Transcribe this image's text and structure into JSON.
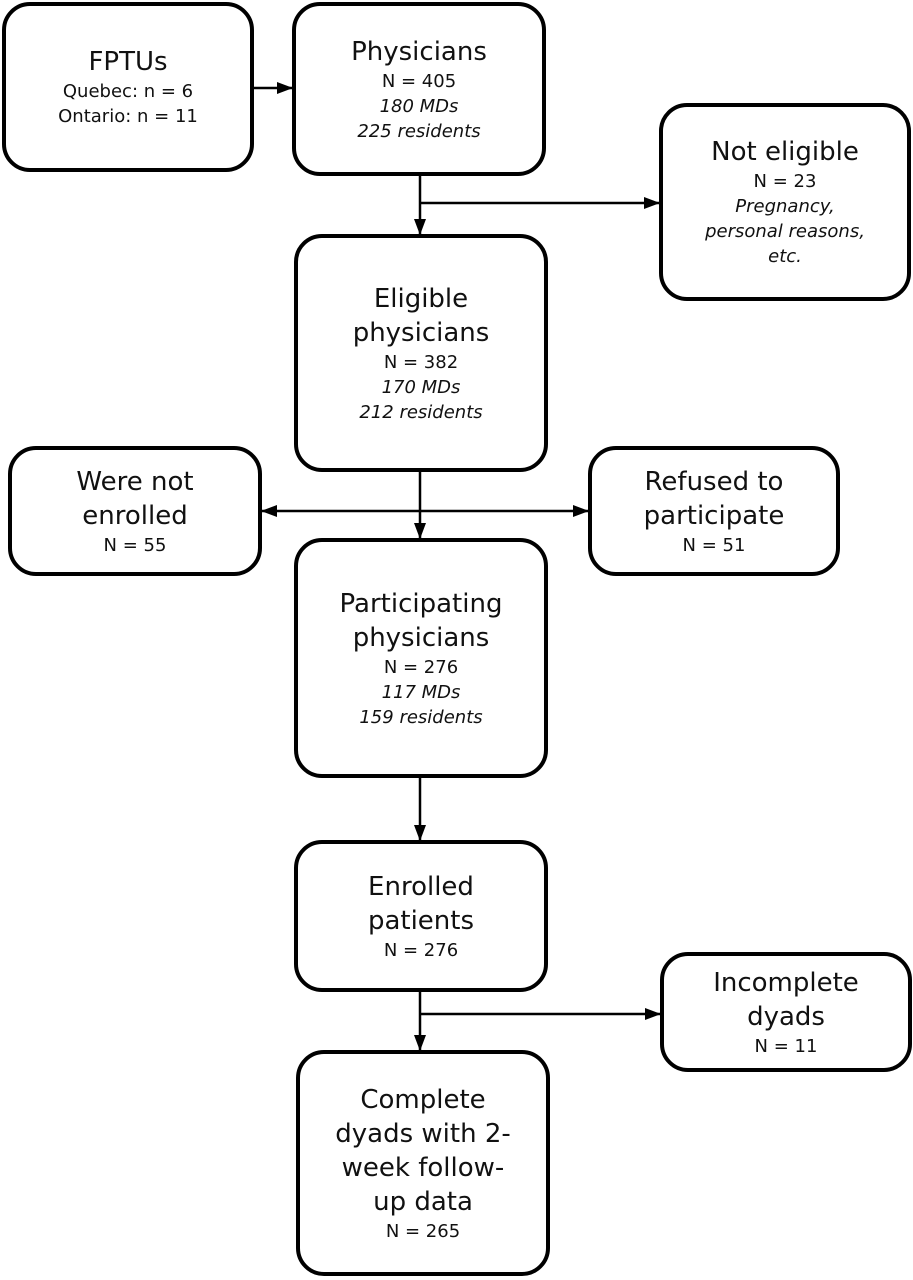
{
  "boxes": {
    "fptus": {
      "title": "FPTUs",
      "line1": "Quebec: n = 6",
      "line2": "Ontario: n = 11"
    },
    "physicians": {
      "title": "Physicians",
      "n": "N = 405",
      "mds": "180 MDs",
      "residents": "225 residents"
    },
    "not_eligible": {
      "title": "Not eligible",
      "n": "N = 23",
      "line1": "Pregnancy,",
      "line2": "personal reasons,",
      "line3": "etc."
    },
    "eligible": {
      "title1": "Eligible",
      "title2": "physicians",
      "n": "N = 382",
      "mds": "170 MDs",
      "residents": "212 residents"
    },
    "not_enrolled": {
      "title1": "Were not",
      "title2": "enrolled",
      "n": "N = 55"
    },
    "refused": {
      "title1": "Refused to",
      "title2": "participate",
      "n": "N = 51"
    },
    "participating": {
      "title1": "Participating",
      "title2": "physicians",
      "n": "N = 276",
      "mds": "117 MDs",
      "residents": "159 residents"
    },
    "enrolled_patients": {
      "title1": "Enrolled",
      "title2": "patients",
      "n": "N = 276"
    },
    "incomplete": {
      "title1": "Incomplete",
      "title2": "dyads",
      "n": "N = 11"
    },
    "complete": {
      "title1": "Complete",
      "title2": "dyads with 2-",
      "title3": "week follow-",
      "title4": "up data",
      "n": "N = 265"
    }
  },
  "colors": {
    "stroke": "#000000",
    "background": "#ffffff"
  }
}
